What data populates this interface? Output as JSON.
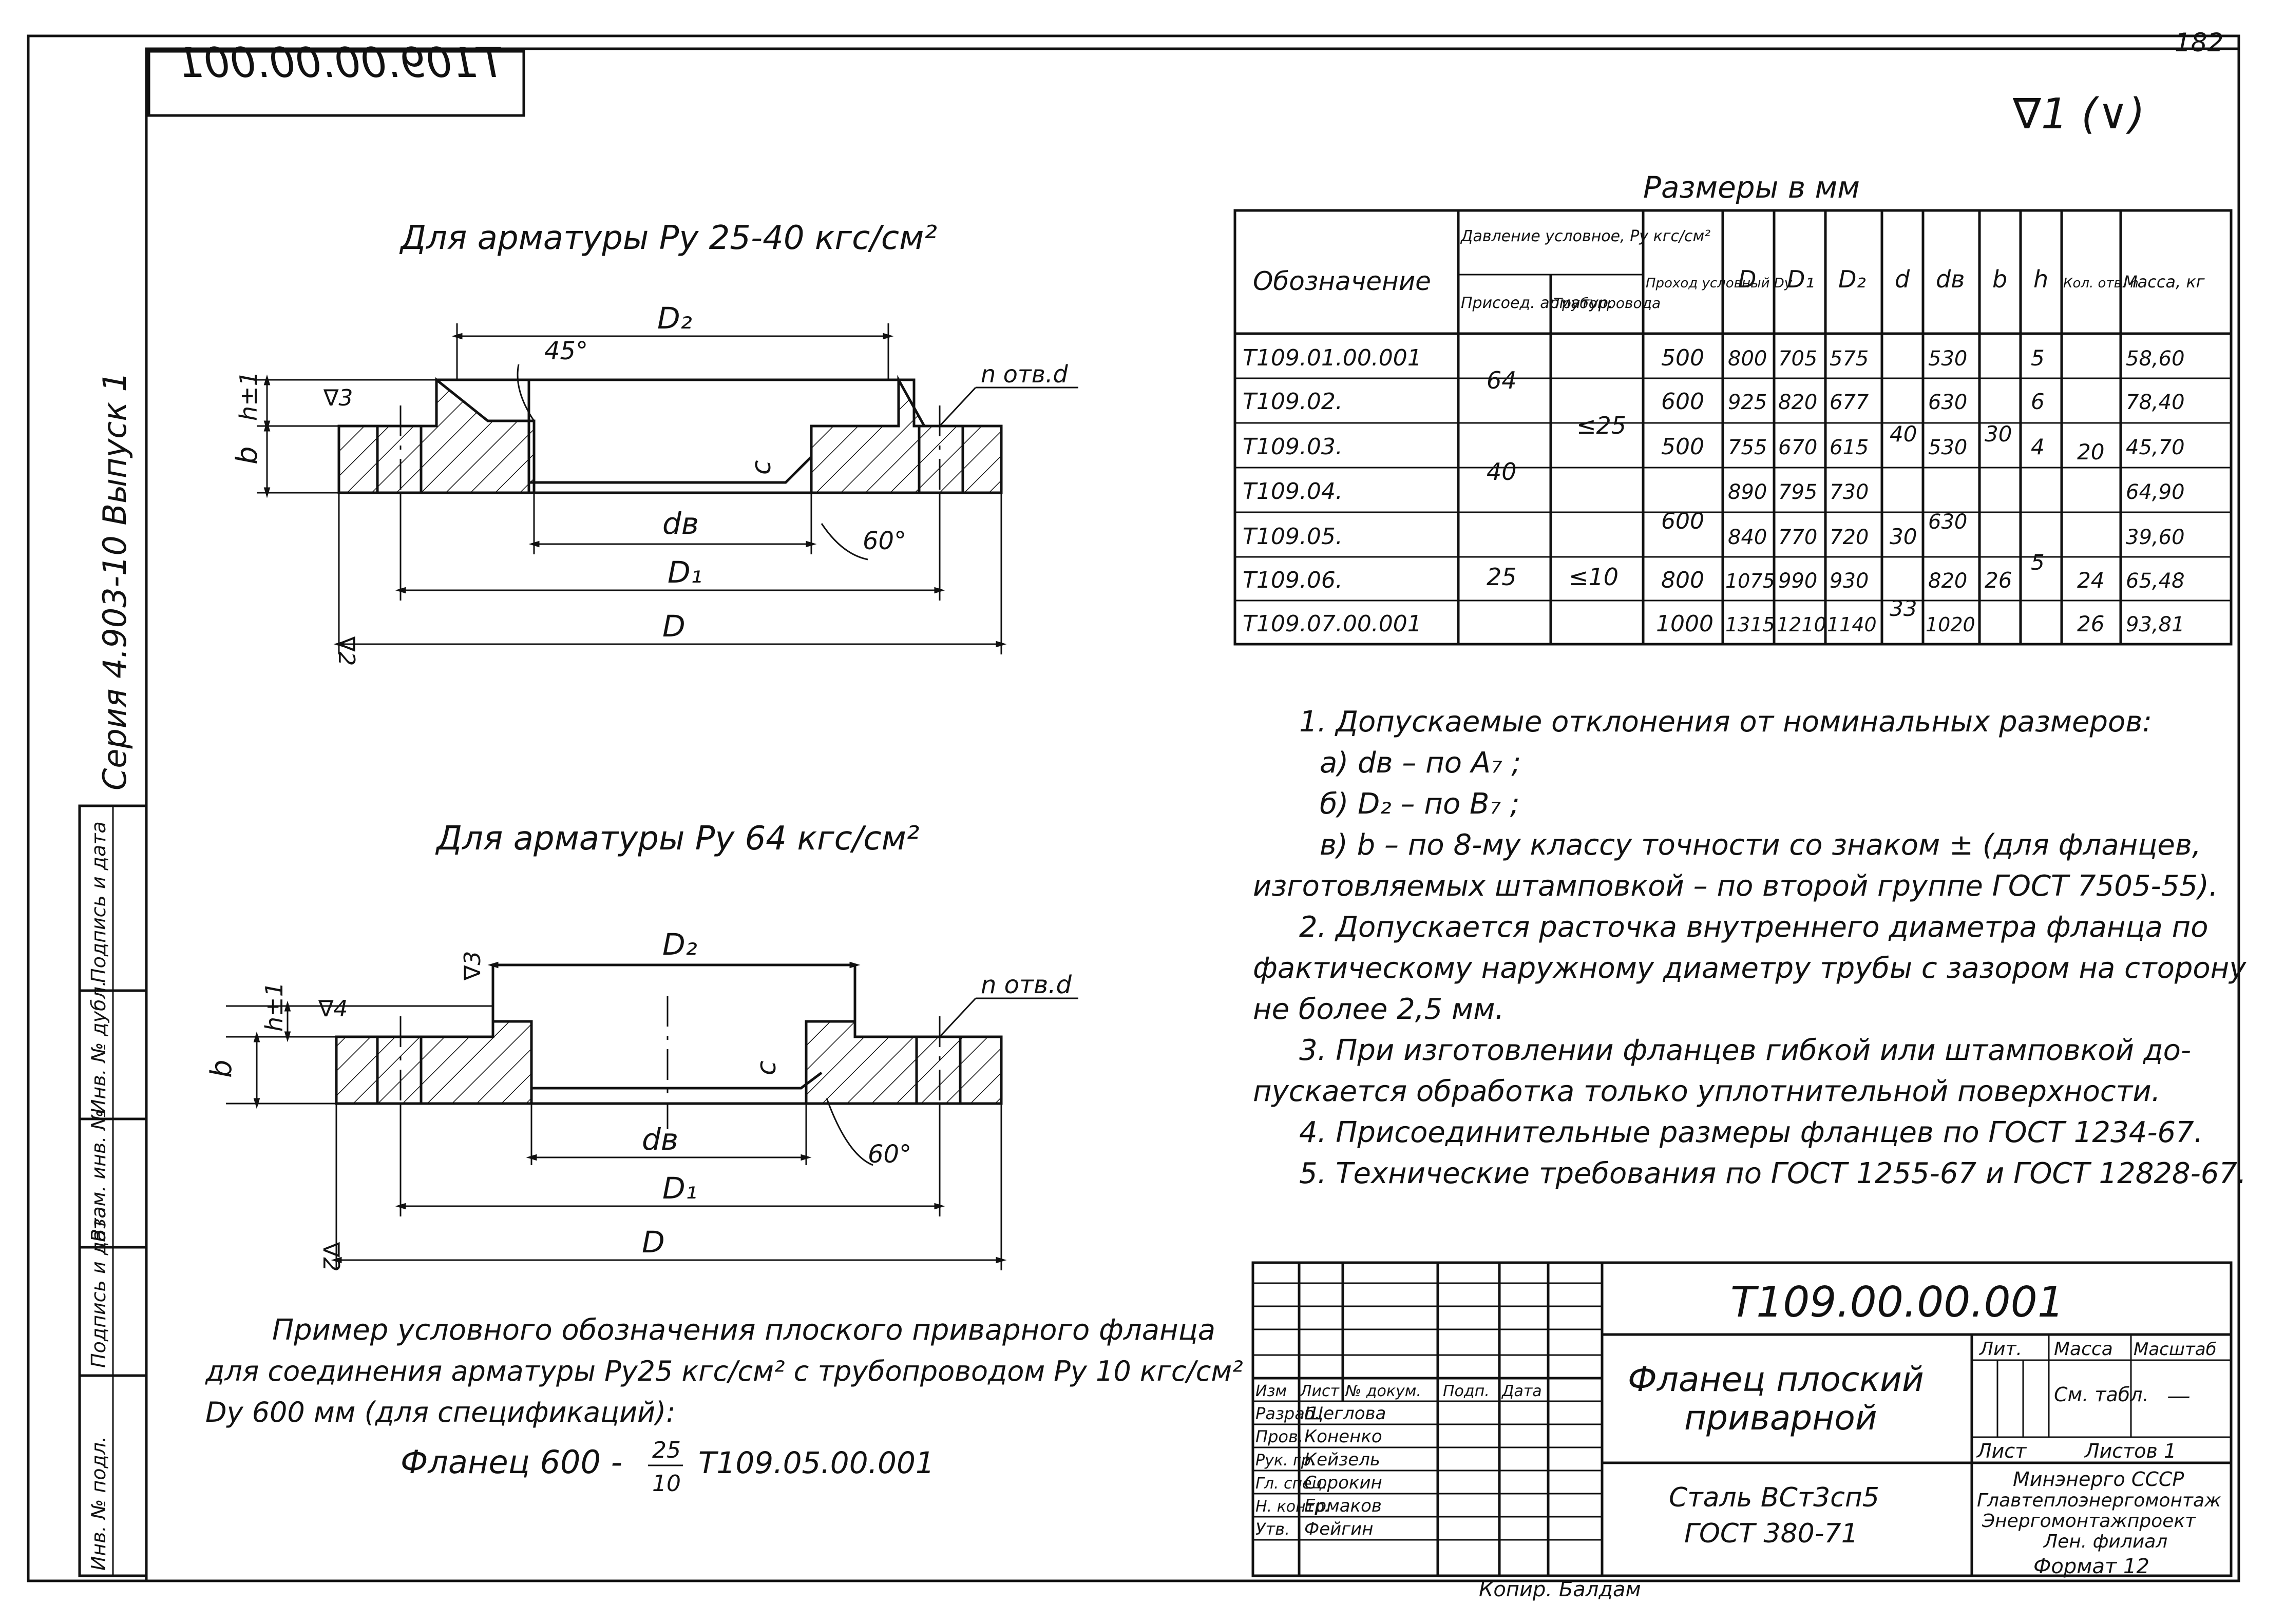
{
  "page_number": "182",
  "stamp_code": "Т109.00.00.001",
  "roughness": "∇1 (∨)",
  "series": "Серия 4.903-10   Выпуск 1",
  "top_view": {
    "title": "Для арматуры Pу 25-40 кгс/см²",
    "labels": {
      "d2": "D₂",
      "d1": "D₁",
      "d": "D",
      "dv": "dв",
      "b": "b",
      "h": "h±1",
      "c": "c",
      "holes": "n отв.d",
      "a45": "45°",
      "a60": "60°",
      "r3": "∇3",
      "r2": "∇2"
    }
  },
  "bottom_view": {
    "title": "Для арматуры Pу 64 кгс/см²",
    "labels": {
      "d2": "D₂",
      "d1": "D₁",
      "d": "D",
      "dv": "dв",
      "b": "b",
      "h": "h±1",
      "c": "c",
      "holes": "n отв.d",
      "a60": "60°",
      "r4": "∇4",
      "r3": "∇3",
      "r2": "∇2"
    }
  },
  "table": {
    "caption": "Размеры в мм",
    "headers": {
      "designation": "Обозначение",
      "pressure": "Давление условное, Pу кгс/см²",
      "fitting": "Присоед. арматур.",
      "pipe": "Трубопровода",
      "dy": "Проход условный Dу",
      "D": "D",
      "D1": "D₁",
      "D2": "D₂",
      "d": "d",
      "dv": "dв",
      "b": "b",
      "h": "h",
      "n": "Кол. отв. n",
      "mass": "Масса, кг"
    },
    "rows": [
      {
        "designation": "Т109.01.00.001",
        "fitting": "64",
        "pipe": "≤25",
        "dy": "500",
        "D": "800",
        "D1": "705",
        "D2": "575",
        "d": "40",
        "dv": "530",
        "b": "30",
        "h": "5",
        "n": "20",
        "mass": "58,60"
      },
      {
        "designation": "Т109.02.",
        "fitting": "",
        "pipe": "",
        "dy": "600",
        "D": "925",
        "D1": "820",
        "D2": "677",
        "d": "",
        "dv": "630",
        "b": "",
        "h": "6",
        "n": "",
        "mass": "78,40"
      },
      {
        "designation": "Т109.03.",
        "fitting": "40",
        "pipe": "",
        "dy": "500",
        "D": "755",
        "D1": "670",
        "D2": "615",
        "d": "",
        "dv": "530",
        "b": "",
        "h": "4",
        "n": "",
        "mass": "45,70"
      },
      {
        "designation": "Т109.04.",
        "fitting": "",
        "pipe": "",
        "dy": "600",
        "D": "890",
        "D1": "795",
        "D2": "730",
        "d": "",
        "dv": "630",
        "b": "",
        "h": "5",
        "n": "",
        "mass": "64,90"
      },
      {
        "designation": "Т109.05.",
        "fitting": "25",
        "pipe": "≤10",
        "dy": "",
        "D": "840",
        "D1": "770",
        "D2": "720",
        "d": "30",
        "dv": "",
        "b": "26",
        "h": "",
        "n": "",
        "mass": "39,60"
      },
      {
        "designation": "Т109.06.",
        "fitting": "",
        "pipe": "",
        "dy": "800",
        "D": "1075",
        "D1": "990",
        "D2": "930",
        "d": "33",
        "dv": "820",
        "b": "",
        "h": "",
        "n": "24",
        "mass": "65,48"
      },
      {
        "designation": "Т109.07.00.001",
        "fitting": "",
        "pipe": "",
        "dy": "1000",
        "D": "1315",
        "D1": "1210",
        "D2": "1140",
        "d": "",
        "dv": "1020",
        "b": "",
        "h": "",
        "n": "26",
        "mass": "93,81"
      }
    ]
  },
  "notes": [
    "1. Допускаемые отклонения от номинальных размеров:",
    "а) dв – по A₇ ;",
    "б) D₂ – по B₇ ;",
    "в) b – по 8-му классу точности со знаком ± (для фланцев,",
    "изготовляемых штамповкой – по второй группе ГОСТ 7505-55).",
    "2. Допускается расточка внутреннего диаметра фланца по",
    "фактическому наружному диаметру трубы с зазором на сторону",
    "не более 2,5 мм.",
    "3. При изготовлении фланцев гибкой или штамповкой до-",
    "пускается обработка только уплотнительной поверхности.",
    "4. Присоединительные размеры фланцев по ГОСТ 1234-67.",
    "5. Технические требования по ГОСТ 1255-67 и ГОСТ 12828-67."
  ],
  "example": {
    "line1": "Пример условного обозначения плоского приварного фланца",
    "line2": "для соединения арматуры Pу25 кгс/см² с трубопроводом Pу 10 кгс/см²",
    "line3": "Dу 600 мм (для спецификаций):",
    "prefix": "Фланец 600 -",
    "num": "25",
    "den": "10",
    "suffix": "Т109.05.00.001"
  },
  "left_strip": [
    "Инв. № подл.",
    "Подпись и дата",
    "Взам. инв. №",
    "Инв. № дубл.",
    "Подпись и дата"
  ],
  "title_block": {
    "code": "Т109.00.00.001",
    "name1": "Фланец плоский",
    "name2": "приварной",
    "material1": "Сталь ВСт3сп5",
    "material2": "ГОСТ 380-71",
    "lit": "Лит.",
    "mass": "Масса",
    "scale": "Масштаб",
    "mass_value": "См. табл.",
    "scale_value": "—",
    "sheet": "Лист",
    "sheets": "Листов 1",
    "org1": "Минэнерго СССР",
    "org2": "Главтеплоэнергомонтаж",
    "org3": "Энергомонтажпроект",
    "org4": "Лен. филиал",
    "format": "Формат 12",
    "copy": "Копир. Балдам",
    "head": [
      "Изм",
      "Лист",
      "№ докум.",
      "Подп.",
      "Дата"
    ],
    "roles": [
      {
        "role": "Разраб.",
        "name": "Щеглова"
      },
      {
        "role": "Пров.",
        "name": "Коненко"
      },
      {
        "role": "Рук. гр.",
        "name": "Кейзель"
      },
      {
        "role": "Гл. спец.",
        "name": "Сорокин"
      },
      {
        "role": "Н. контр.",
        "name": "Ермаков"
      },
      {
        "role": "Утв.",
        "name": "Фейгин"
      }
    ]
  }
}
